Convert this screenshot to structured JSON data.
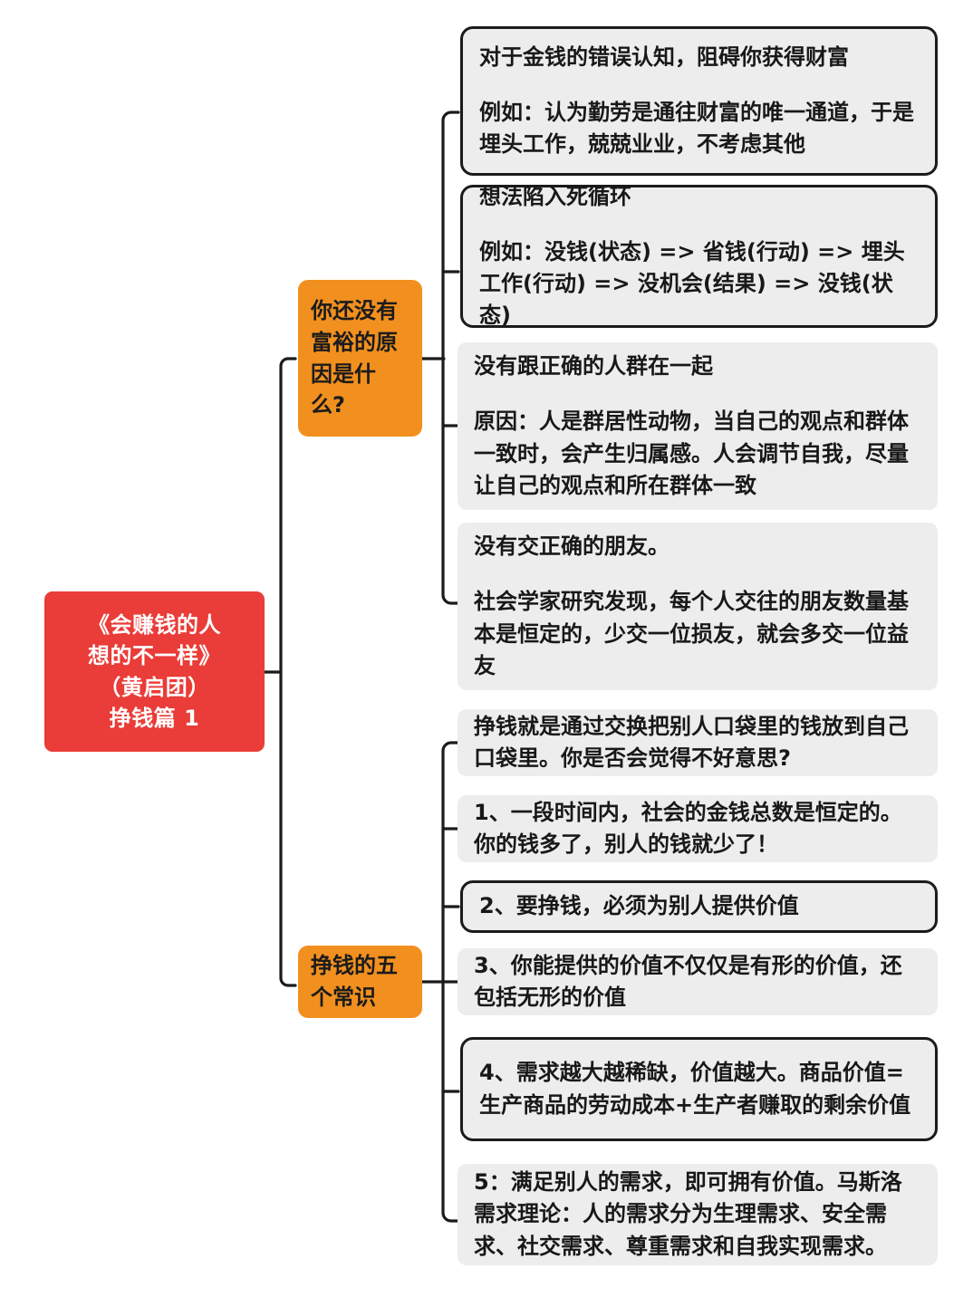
{
  "meta": {
    "kind": "mind-map",
    "colors": {
      "root_bg": "#ea3c38",
      "root_text": "#ffffff",
      "branch_bg": "#f2901f",
      "branch_text": "#1b1b1b",
      "card_bg": "#ededed",
      "card_text": "#181818",
      "connector": "#1b1b1b",
      "page_bg": "#ffffff"
    }
  },
  "root": {
    "lines": [
      "《会赚钱的人",
      "想的不一样》",
      "（黄启团）",
      "挣钱篇 1"
    ],
    "text": "《会赚钱的人想的不一样》（黄启团）挣钱篇 1"
  },
  "branches": [
    {
      "id": "branch-1",
      "label": "你还没有富裕的原因是什么?",
      "children": [
        {
          "id": "card-1",
          "outlined": true,
          "paragraphs": [
            "对于金钱的错误认知，阻碍你获得财富",
            "例如：认为勤劳是通往财富的唯一通道，于是埋头工作，兢兢业业，不考虑其他"
          ]
        },
        {
          "id": "card-2",
          "outlined": true,
          "paragraphs": [
            "想法陷入死循环",
            "例如：没钱(状态) => 省钱(行动) => 埋头工作(行动) => 没机会(结果) => 没钱(状态)"
          ]
        },
        {
          "id": "card-3",
          "outlined": false,
          "paragraphs": [
            "没有跟正确的人群在一起",
            "原因：人是群居性动物，当自己的观点和群体一致时，会产生归属感。人会调节自我，尽量让自己的观点和所在群体一致"
          ]
        },
        {
          "id": "card-4",
          "outlined": false,
          "paragraphs": [
            "没有交正确的朋友。",
            "社会学家研究发现，每个人交往的朋友数量基本是恒定的，少交一位损友，就会多交一位益友"
          ]
        }
      ]
    },
    {
      "id": "branch-2",
      "label": "挣钱的五个常识",
      "children": [
        {
          "id": "card-5",
          "outlined": false,
          "paragraphs": [
            "挣钱就是通过交换把别人口袋里的钱放到自己口袋里。你是否会觉得不好意思?"
          ]
        },
        {
          "id": "card-6",
          "outlined": false,
          "paragraphs": [
            "1、一段时间内，社会的金钱总数是恒定的。你的钱多了，别人的钱就少了！"
          ]
        },
        {
          "id": "card-7",
          "outlined": true,
          "paragraphs": [
            "2、要挣钱，必须为别人提供价值"
          ]
        },
        {
          "id": "card-8",
          "outlined": false,
          "paragraphs": [
            "3、你能提供的价值不仅仅是有形的价值，还包括无形的价值"
          ]
        },
        {
          "id": "card-9",
          "outlined": true,
          "paragraphs": [
            "4、需求越大越稀缺，价值越大。商品价值=生产商品的劳动成本+生产者赚取的剩余价值"
          ]
        },
        {
          "id": "card-10",
          "outlined": false,
          "paragraphs": [
            "5：满足别人的需求，即可拥有价值。马斯洛需求理论：人的需求分为生理需求、安全需求、社交需求、尊重需求和自我实现需求。"
          ]
        }
      ]
    }
  ]
}
